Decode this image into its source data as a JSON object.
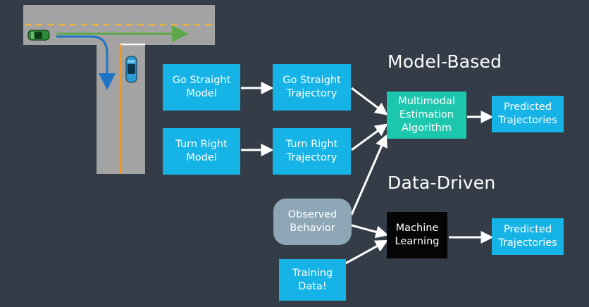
{
  "colors": {
    "background": "#333c47",
    "box_blue": "#16b3e6",
    "box_teal": "#1cc7ad",
    "box_black": "#050505",
    "box_gray": "#8ea7b7",
    "road": "#a3a3a3",
    "lane_dashed": "#f0b43c",
    "lane_solid": "#ef9a28",
    "arrow": "#ffffff",
    "path_green": "#5fa84a",
    "path_blue": "#1f74c4"
  },
  "headings": {
    "model_based": "Model-Based",
    "data_driven": "Data-Driven"
  },
  "boxes": {
    "go_straight_model": "Go Straight\nModel",
    "go_straight_trajectory": "Go Straight\nTrajectory",
    "turn_right_model": "Turn Right\nModel",
    "turn_right_trajectory": "Turn Right\nTrajectory",
    "multimodal": "Multimodal\nEstimation\nAlgorithm",
    "predicted_top": "Predicted\nTrajectories",
    "observed": "Observed\nBehavior",
    "machine_learning": "Machine\nLearning",
    "predicted_bottom": "Predicted\nTrajectories",
    "training": "Training\nData!"
  },
  "icons": {
    "green_car": "car-icon",
    "blue_car": "car-icon"
  }
}
